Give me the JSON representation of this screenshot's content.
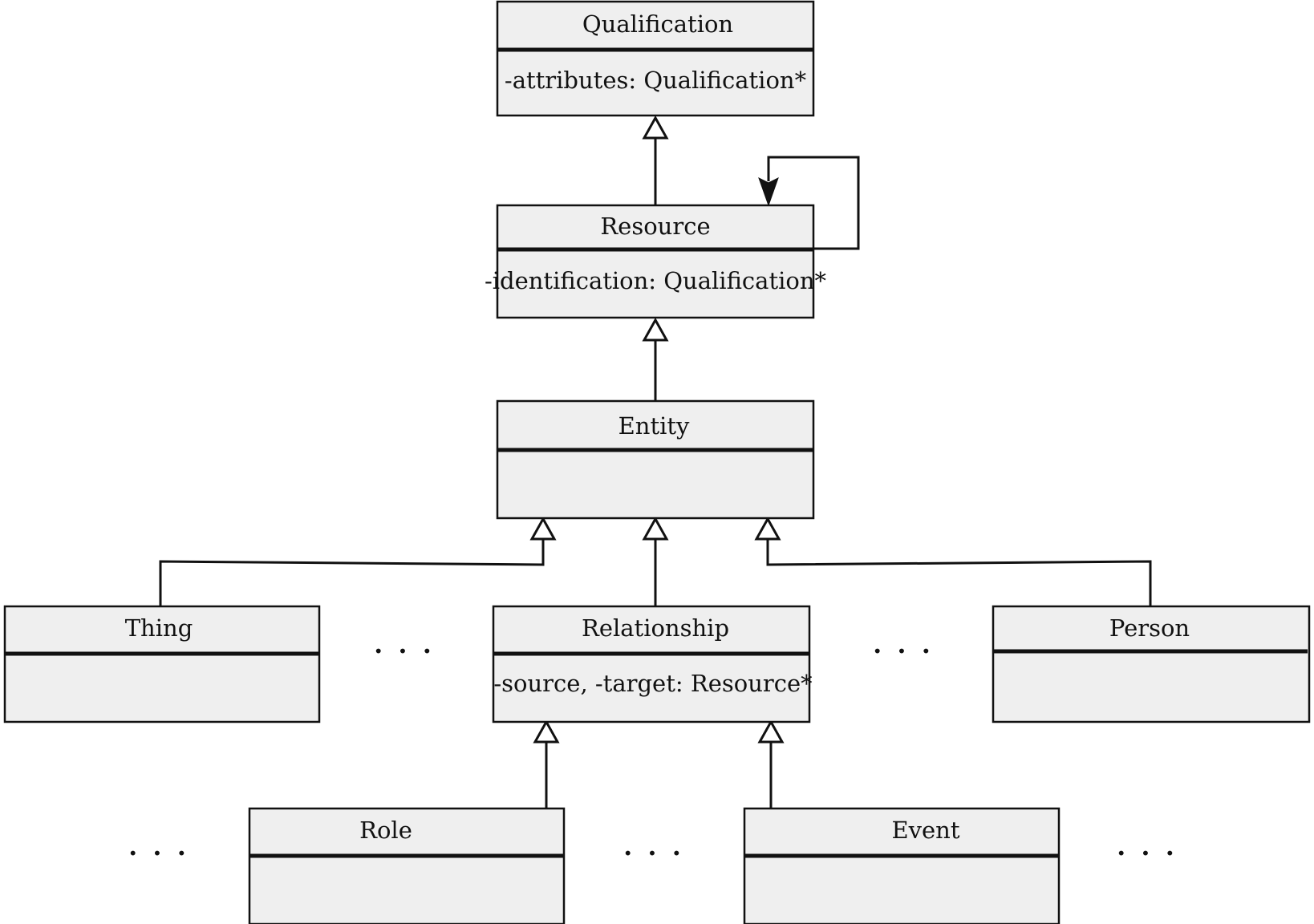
{
  "classes": {
    "qualification": {
      "name": "Qualification",
      "attribute": "-attributes: Qualification*"
    },
    "resource": {
      "name": "Resource",
      "attribute": "-identification: Qualification*"
    },
    "entity": {
      "name": "Entity",
      "attribute": ""
    },
    "thing": {
      "name": "Thing",
      "attribute": ""
    },
    "relationship": {
      "name": "Relationship",
      "attribute": "-source, -target: Resource*"
    },
    "person": {
      "name": "Person",
      "attribute": ""
    },
    "role": {
      "name": "Role",
      "attribute": ""
    },
    "event": {
      "name": "Event",
      "attribute": ""
    }
  },
  "ellipsis": ". . .",
  "relations": [
    {
      "type": "generalization",
      "from": "resource",
      "to": "qualification"
    },
    {
      "type": "association",
      "from": "resource",
      "to": "resource"
    },
    {
      "type": "generalization",
      "from": "entity",
      "to": "resource"
    },
    {
      "type": "generalization",
      "from": "thing",
      "to": "entity"
    },
    {
      "type": "generalization",
      "from": "relationship",
      "to": "entity"
    },
    {
      "type": "generalization",
      "from": "person",
      "to": "entity"
    },
    {
      "type": "generalization",
      "from": "role",
      "to": "relationship"
    },
    {
      "type": "generalization",
      "from": "event",
      "to": "relationship"
    }
  ]
}
